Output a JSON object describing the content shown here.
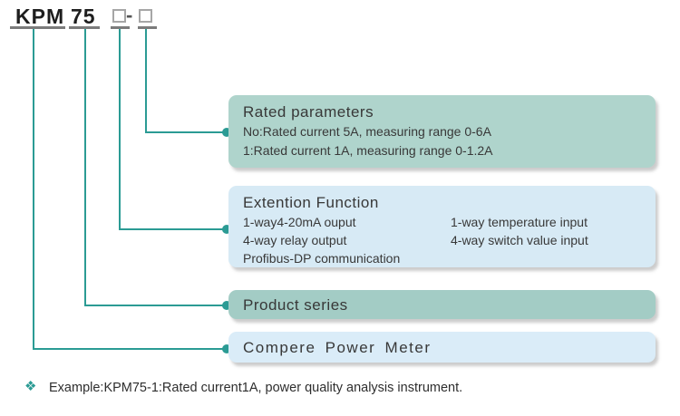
{
  "colors": {
    "accent_teal": "#2B9B94",
    "underline_gray": "#7B7B7B",
    "rated_box_bg": "#AFD4CC",
    "series_box_bg": "#A3CCC5",
    "extension_box_bg": "#D7EAF5",
    "meter_box_bg": "#DAECF8",
    "text_dark": "#333333"
  },
  "model": {
    "prefix": "KPM",
    "series": "75",
    "placeholder_1": "□",
    "dash": "-",
    "placeholder_2": "□"
  },
  "boxes": {
    "rated": {
      "title": "Rated parameters",
      "line1": "No:Rated current 5A, measuring range 0-6A",
      "line2": "1:Rated current 1A, measuring range 0-1.2A"
    },
    "extension": {
      "title": "Extention Function",
      "left1": "1-way4-20mA ouput",
      "left2": "4-way relay output",
      "left3": "Profibus-DP communication",
      "right1": "1-way temperature input",
      "right2": "4-way switch value input"
    },
    "series": {
      "title": "Product series"
    },
    "meter": {
      "title": "Compere Power Meter"
    }
  },
  "example": {
    "marker": "❖",
    "text": "Example:KPM75-1:Rated current1A, power quality analysis instrument."
  }
}
